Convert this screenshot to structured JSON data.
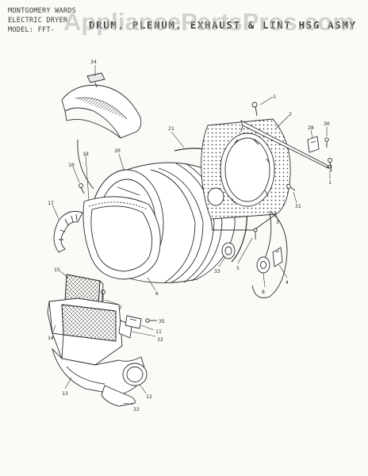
{
  "header": {
    "brand_line": "MONTGOMERY WARDS",
    "product_line": "ELECTRIC DRYER",
    "model_line": "MODEL: FFT-",
    "title": "DRUM, PLENUM, EXHAUST & LINT HSG ASMY"
  },
  "watermark": "AppliancePartsPros.com",
  "callouts": {
    "c1a": "1",
    "c1b": "1",
    "c2": "2",
    "c3": "3",
    "c4": "4",
    "c5": "5",
    "c6": "6",
    "c7": "7",
    "c8": "8",
    "c10": "10",
    "c11": "11",
    "c12": "12",
    "c13": "13",
    "c14": "14",
    "c15": "15",
    "c17": "17",
    "c18": "18",
    "c20": "20",
    "c21": "21",
    "c22": "22",
    "c28": "28",
    "c30": "30",
    "c31": "31",
    "c32": "32",
    "c33": "33",
    "c34": "34",
    "c35": "35"
  },
  "colors": {
    "ink": "#2d2d2d",
    "paper": "#fbfaf7",
    "watermark": "#afafaf"
  }
}
